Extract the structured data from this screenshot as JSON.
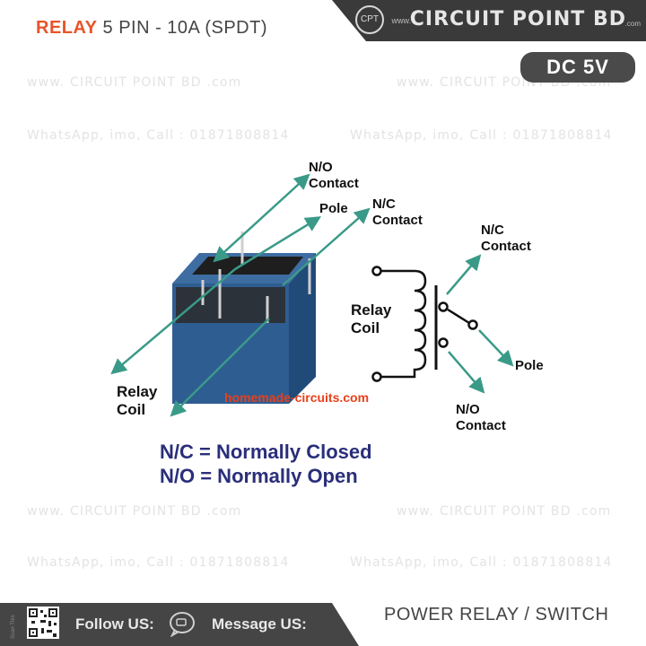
{
  "header": {
    "title_accent": "RELAY",
    "title_rest": " 5 PIN - 10A (SPDT)",
    "brand_prefix": "www.",
    "brand": "CIRCUIT POINT BD",
    "brand_suffix": ".com",
    "logo_text": "CPT",
    "badge": "DC 5V"
  },
  "watermarks": {
    "site": "www. CIRCUIT POINT BD .com",
    "contact": "WhatsApp, imo, Call : 01871808814"
  },
  "diagram": {
    "relay_body_labels": {
      "no_contact": [
        "N/O",
        "Contact"
      ],
      "pole": "Pole",
      "nc_contact": [
        "N/C",
        "Contact"
      ],
      "relay_coil": [
        "Relay",
        "Coil"
      ]
    },
    "schematic_labels": {
      "relay_coil": [
        "Relay",
        "Coil"
      ],
      "nc_contact": [
        "N/C",
        "Contact"
      ],
      "pole": "Pole",
      "no_contact": [
        "N/O",
        "Contact"
      ]
    },
    "website": "homemade-circuits.com",
    "legend": [
      "N/C = Normally Closed",
      "N/O = Normally Open"
    ],
    "colors": {
      "arrow": "#3a9a88",
      "relay_body": "#2e5d92",
      "legend": "#2a2e7a",
      "website": "#e8401a",
      "accent": "#e8542a"
    }
  },
  "footer": {
    "scan": "Scan This",
    "follow": "Follow US:",
    "message": "Message US:",
    "category": "POWER RELAY / SWITCH"
  }
}
